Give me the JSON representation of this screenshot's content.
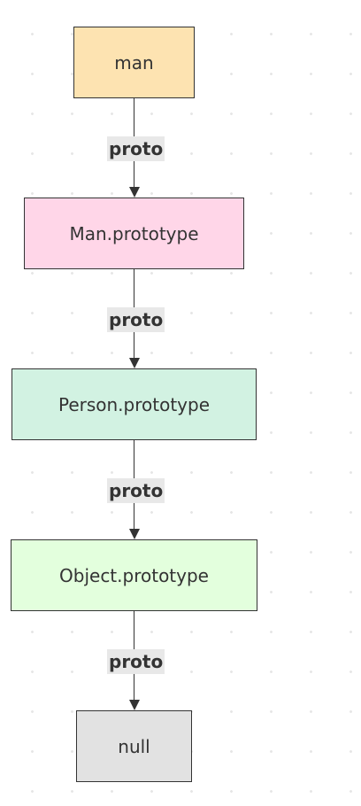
{
  "diagram": {
    "nodes": [
      {
        "id": "man",
        "label": "man",
        "fill": "#fde3b1"
      },
      {
        "id": "man-prototype",
        "label": "Man.prototype",
        "fill": "#ffd6e8"
      },
      {
        "id": "person-prototype",
        "label": "Person.prototype",
        "fill": "#d2f2e2"
      },
      {
        "id": "object-prototype",
        "label": "Object.prototype",
        "fill": "#e3ffdd"
      },
      {
        "id": "null",
        "label": "null",
        "fill": "#e2e2e2"
      }
    ],
    "edges": [
      {
        "from": "man",
        "to": "man-prototype",
        "label": "proto"
      },
      {
        "from": "man-prototype",
        "to": "person-prototype",
        "label": "proto"
      },
      {
        "from": "person-prototype",
        "to": "object-prototype",
        "label": "proto"
      },
      {
        "from": "object-prototype",
        "to": "null",
        "label": "proto"
      }
    ]
  }
}
